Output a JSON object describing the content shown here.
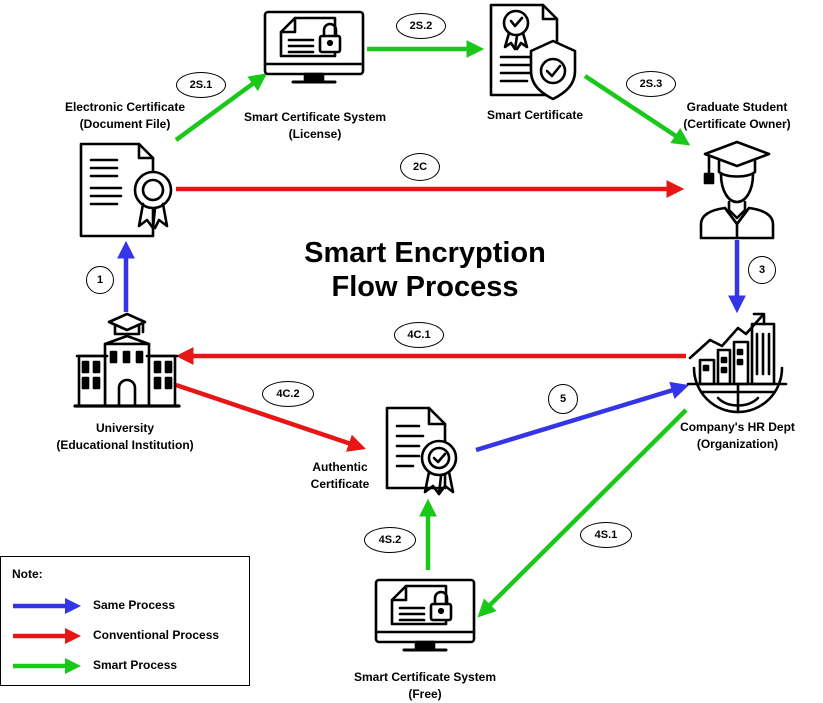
{
  "title": {
    "line1": "Smart Encryption",
    "line2": "Flow Process"
  },
  "nodes": {
    "electronic_certificate": {
      "line1": "Electronic Certificate",
      "line2": "(Document File)"
    },
    "scs_license": {
      "line1": "Smart Certificate System",
      "line2": "(License)"
    },
    "smart_certificate": {
      "line1": "Smart Certificate"
    },
    "graduate_student": {
      "line1": "Graduate Student",
      "line2": "(Certificate Owner)"
    },
    "university": {
      "line1": "University",
      "line2": "(Educational Institution)"
    },
    "authentic_certificate": {
      "line1": "Authentic",
      "line2": "Certificate"
    },
    "company_hr": {
      "line1": "Company's HR Dept",
      "line2": "(Organization)"
    },
    "scs_free": {
      "line1": "Smart Certificate System",
      "line2": "(Free)"
    }
  },
  "steps": {
    "s1": "1",
    "s2s1": "2S.1",
    "s2s2": "2S.2",
    "s2s3": "2S.3",
    "s2c": "2C",
    "s3": "3",
    "s4c1": "4C.1",
    "s4c2": "4C.2",
    "s5": "5",
    "s4s1": "4S.1",
    "s4s2": "4S.2"
  },
  "legend": {
    "title": "Note:",
    "items": [
      {
        "label": "Same Process",
        "color": "#3535e8"
      },
      {
        "label": "Conventional Process",
        "color": "#e81515"
      },
      {
        "label": "Smart Process",
        "color": "#1ac81a"
      }
    ]
  },
  "colors": {
    "same": "#3535e8",
    "conventional": "#e81515",
    "smart": "#1ac81a"
  }
}
